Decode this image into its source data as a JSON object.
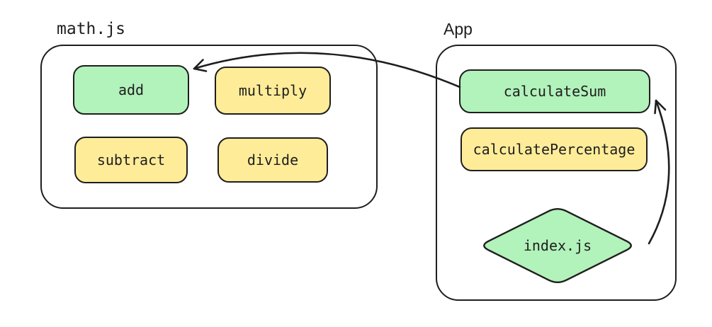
{
  "colors": {
    "stroke": "#1e1e1e",
    "fill_green": "#b2f2bb",
    "fill_yellow": "#ffec99",
    "background": "#ffffff"
  },
  "math_module": {
    "title": "math.js",
    "nodes": {
      "add": "add",
      "multiply": "multiply",
      "subtract": "subtract",
      "divide": "divide"
    }
  },
  "app_module": {
    "title": "App",
    "nodes": {
      "calculate_sum": "calculateSum",
      "calculate_percentage": "calculatePercentage",
      "index_js": "index.js"
    }
  },
  "arrows": [
    {
      "name": "calculatesum-to-add",
      "from": "calculateSum",
      "to": "add",
      "style": "curved-open-arrowhead"
    },
    {
      "name": "indexjs-area-to-calculatesum",
      "from": "index.js",
      "to": "calculateSum",
      "style": "curved-open-arrowhead"
    }
  ]
}
